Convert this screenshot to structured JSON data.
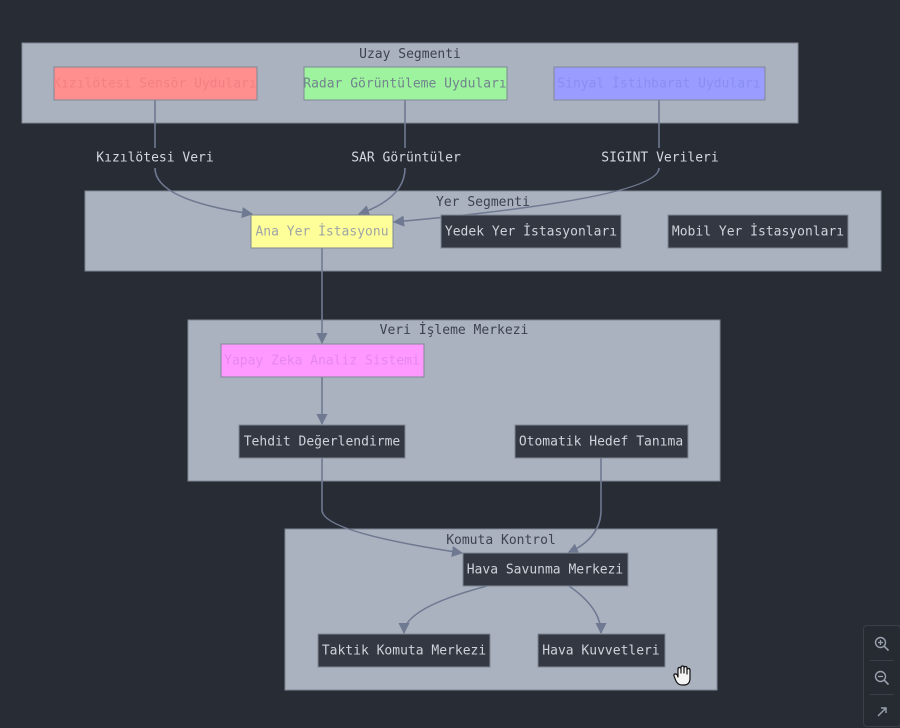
{
  "clusters": {
    "space": {
      "title": "Uzay Segmenti"
    },
    "ground": {
      "title": "Yer Segmenti"
    },
    "processing": {
      "title": "Veri İşleme Merkezi"
    },
    "command": {
      "title": "Komuta Kontrol"
    }
  },
  "nodes": {
    "ir_sat": {
      "label": "Kızılötesi Sensör Uyduları",
      "fill": "#ff8f8f",
      "text_color": "#f37f84"
    },
    "radar_sat": {
      "label": "Radar Görüntüleme Uyduları",
      "fill": "#9ef49e",
      "text_color": "#71838e"
    },
    "sigint_sat": {
      "label": "Sinyal İstihbarat Uyduları",
      "fill": "#9b9cff",
      "text_color": "#8a8ef1"
    },
    "main_station": {
      "label": "Ana Yer İstasyonu",
      "fill": "#ffff99",
      "text_color": "#9da4a6"
    },
    "backup_stations": {
      "label": "Yedek Yer İstasyonları"
    },
    "mobile_stations": {
      "label": "Mobil Yer İstasyonları"
    },
    "ai_system": {
      "label": "Yapay Zeka Analiz Sistemi",
      "fill": "#ff99ff",
      "text_color": "#e586ee"
    },
    "threat_eval": {
      "label": "Tehdit Değerlendirme"
    },
    "auto_target": {
      "label": "Otomatik Hedef Tanıma"
    },
    "air_defense": {
      "label": "Hava Savunma Merkezi"
    },
    "tactical": {
      "label": "Taktik Komuta Merkezi"
    },
    "air_force": {
      "label": "Hava Kuvvetleri"
    }
  },
  "edge_labels": {
    "ir_data": "Kızılötesi Veri",
    "sar_images": "SAR Görüntüler",
    "sigint_data": "SIGINT Verileri"
  },
  "colors": {
    "background": "#282c34",
    "cluster_fill": "#abb2bf",
    "edge": "#6f7a92",
    "dark_node": "#333842"
  },
  "controls": {
    "zoom_in": "zoom-in-icon",
    "zoom_out": "zoom-out-icon",
    "expand": "expand-icon"
  }
}
